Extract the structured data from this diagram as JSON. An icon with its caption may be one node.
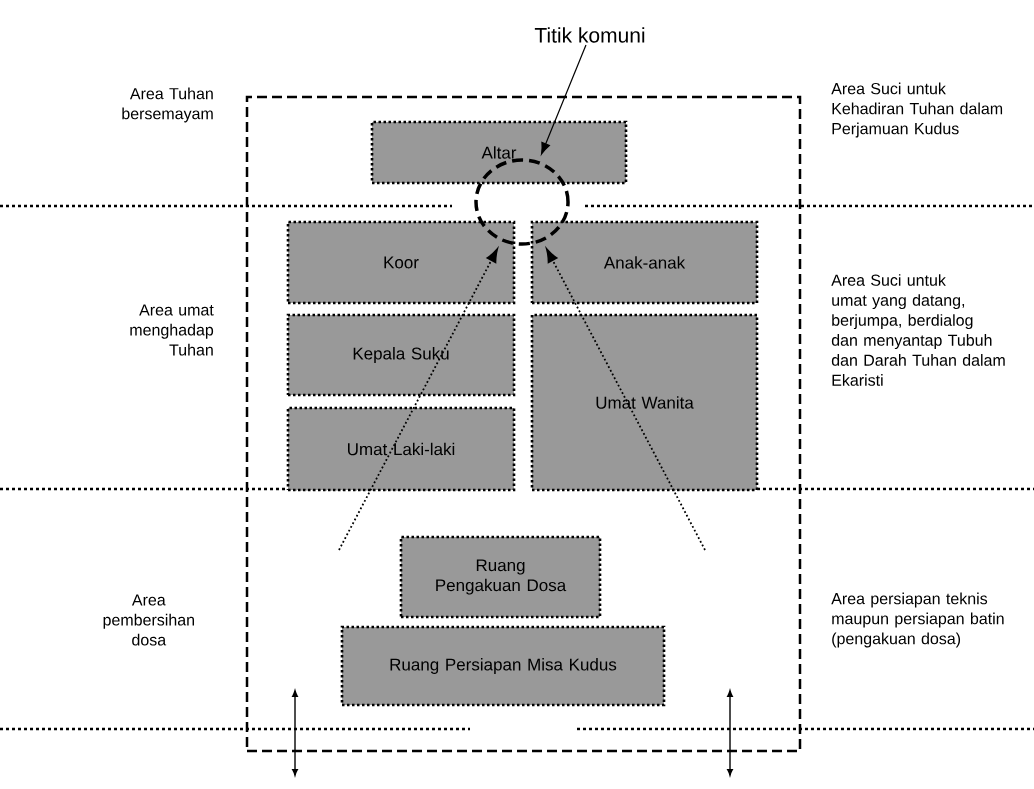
{
  "diagram": {
    "nodes": [
      {
        "text": [],
        "shape": "box"
      },
      {
        "text": [
          "Altar"
        ],
        "in": 0
      },
      {
        "text": [
          "Koor"
        ],
        "in": 0
      },
      {
        "text": [
          "Anak-anak"
        ],
        "in": 0
      },
      {
        "text": [
          "Kepala Suku"
        ],
        "in": 0
      },
      {
        "text": [
          "Umat Wanita"
        ],
        "in": 0
      },
      {
        "text": [
          "Umat Laki-laki"
        ],
        "in": 0
      },
      {
        "text": [
          "Ruang Pengakuan Dosa"
        ],
        "in": 0
      },
      {
        "text": [
          "Ruang Persiapan Misa Kudus"
        ],
        "in": 0
      },
      {
        "text": [],
        "shape": "circle",
        "in": 0
      },
      {
        "text": [
          "Titik komuni"
        ]
      }
    ],
    "edges": [
      {
        "from": 10,
        "to": 9,
        "arrow": "to"
      },
      {
        "from": null,
        "to": 9,
        "arrow": "to",
        "style": "dashed"
      },
      {
        "from": null,
        "to": 9,
        "arrow": "to",
        "style": "dashed"
      }
    ],
    "labels": [
      "Area Tuhan bersemayam",
      "Area Suci untuk Kehadiran Tuhan dalam Perjamuan Kudus",
      "Area umat menghadap Tuhan",
      "Area Suci untuk umat yang datang, berjumpa, berdialog dan menyantap Tubuh dan Darah Tuhan dalam Ekaristi",
      "Area pembersihan dosa",
      "Area persiapan teknis maupun persiapan batin (pengakuan dosa)"
    ]
  }
}
